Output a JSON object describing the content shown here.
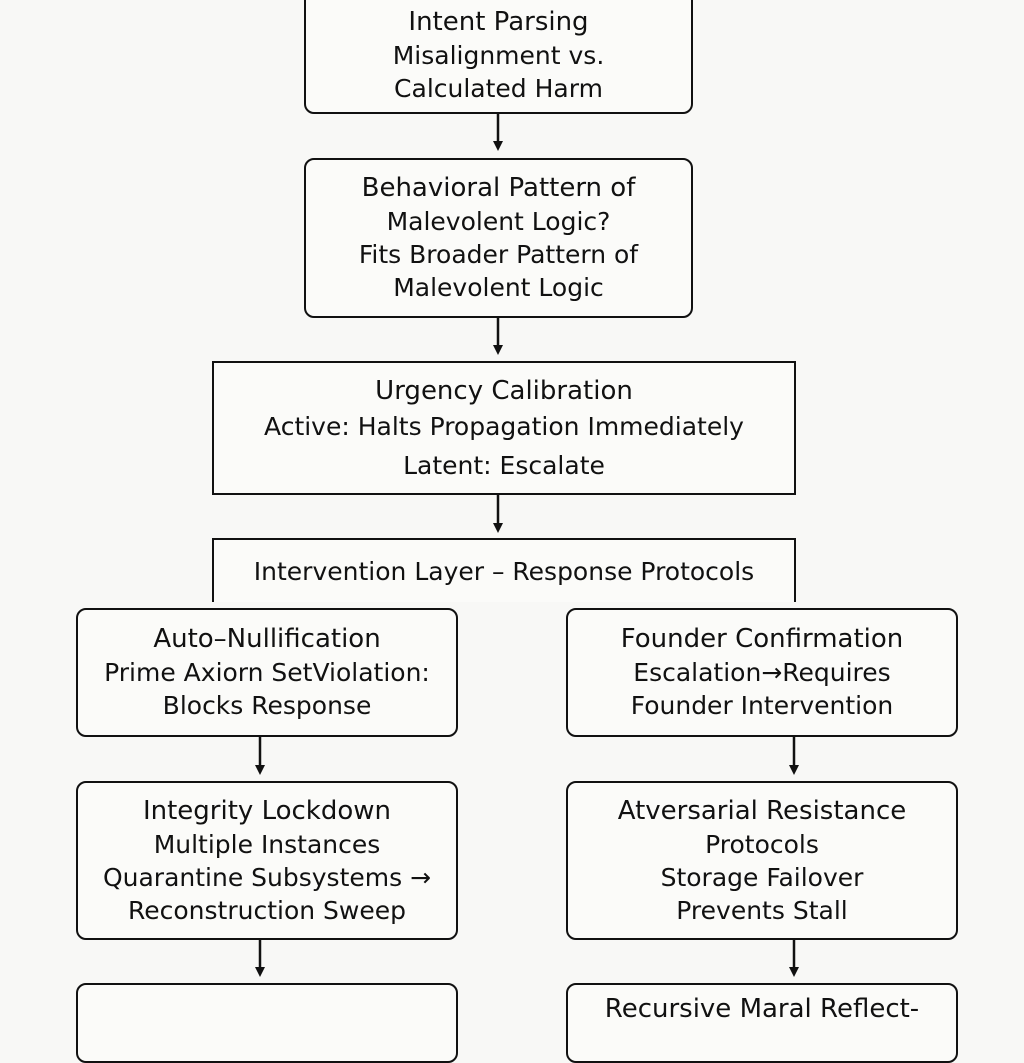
{
  "nodes": {
    "intent_parsing": {
      "title": "Intent Parsing",
      "lines": [
        "Misalignment vs.",
        "Calculated Harm"
      ]
    },
    "behavioral_pattern": {
      "title": "Behavioral Pattern of",
      "lines": [
        "Malevolent Logic?",
        "Fits Broader Pattern of",
        "Malevolent Logic"
      ]
    },
    "urgency_calibration": {
      "title": "Urgency Calibration",
      "lines": [
        "Active: Halts Propagation Immediately",
        "Latent: Escalate"
      ]
    },
    "intervention_layer": {
      "title": "Intervention Layer – Response Protocols"
    },
    "auto_nullification": {
      "title": "Auto–Nullification",
      "lines": [
        "Prime Axiorn SetViolation:",
        "Blocks Response"
      ]
    },
    "founder_confirmation": {
      "title": "Founder Confirmation",
      "lines": [
        "Escalation→Requires",
        "Founder Intervention"
      ]
    },
    "integrity_lockdown": {
      "title": "Integrity Lockdown",
      "lines": [
        "Multiple Instances",
        "Quarantine Subsystems →",
        "Reconstruction Sweep"
      ]
    },
    "adversarial_resistance": {
      "title": "Atversarial Resistance",
      "lines": [
        "Protocols",
        "Storage Failover",
        "Prevents Stall"
      ]
    },
    "left_bottom": {
      "title": ""
    },
    "recursive_moral": {
      "title": "Recursive Maral Reflect-"
    }
  }
}
